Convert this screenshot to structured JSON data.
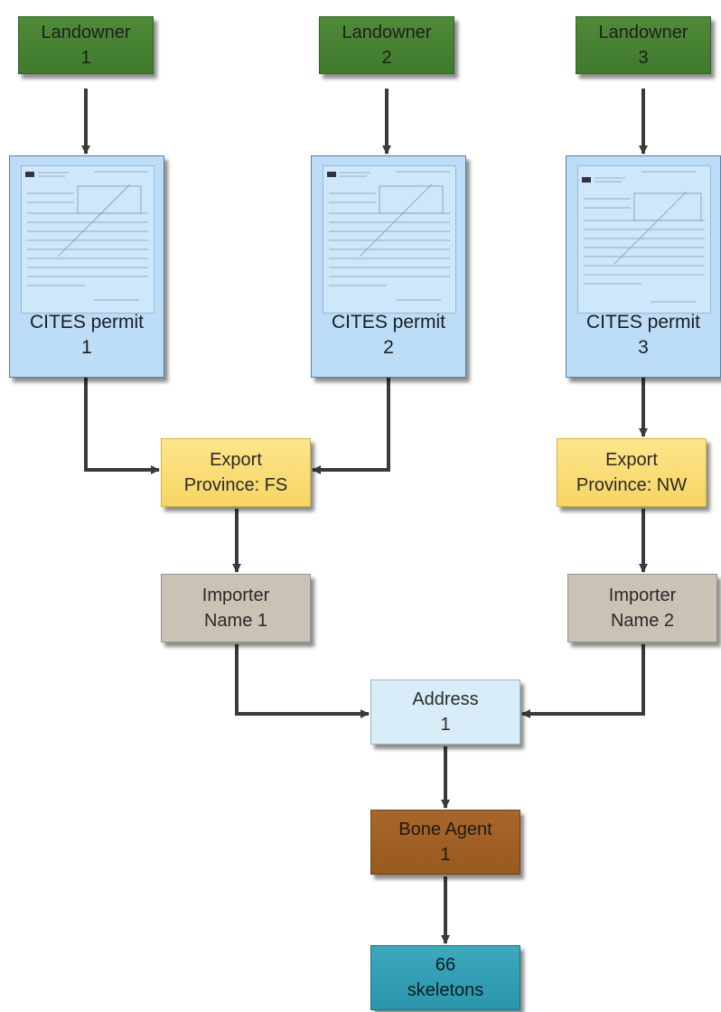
{
  "landowners": [
    {
      "line1": "Landowner",
      "line2": "1"
    },
    {
      "line1": "Landowner",
      "line2": "2"
    },
    {
      "line1": "Landowner",
      "line2": "3"
    }
  ],
  "permits": [
    {
      "line1": "CITES permit",
      "line2": "1"
    },
    {
      "line1": "CITES permit",
      "line2": "2"
    },
    {
      "line1": "CITES permit",
      "line2": "3"
    }
  ],
  "exports": [
    {
      "line1": "Export",
      "line2": "Province: FS"
    },
    {
      "line1": "Export",
      "line2": "Province: NW"
    }
  ],
  "importers": [
    {
      "line1": "Importer",
      "line2": "Name 1"
    },
    {
      "line1": "Importer",
      "line2": "Name 2"
    }
  ],
  "address": {
    "line1": "Address",
    "line2": "1"
  },
  "agent": {
    "line1": "Bone Agent",
    "line2": "1"
  },
  "skeletons": {
    "line1": "66",
    "line2": "skeletons"
  },
  "colors": {
    "landowner": "#4a8536",
    "permit": "#bcdcf8",
    "export": "#fbdc72",
    "importer": "#c9c2b5",
    "address": "#d8edf7",
    "agent": "#a2612a",
    "skeletons": "#36a0b5",
    "arrow": "#3a3a3a"
  }
}
